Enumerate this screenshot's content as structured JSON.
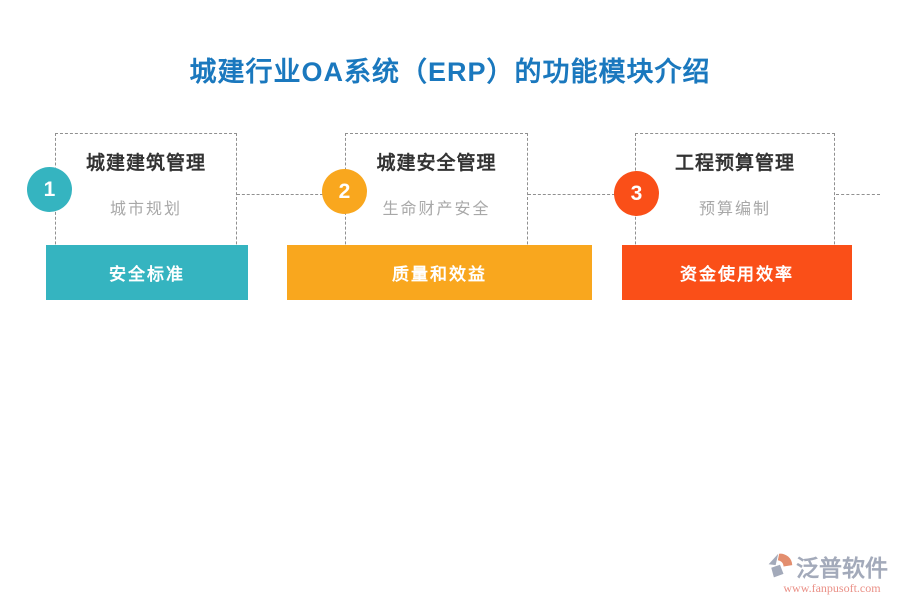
{
  "title": "城建行业OA系统（ERP）的功能模块介绍",
  "modules": [
    {
      "number": "1",
      "heading": "城建建筑管理",
      "subtitle": "城市规划",
      "button_label": "安全标准",
      "accent_color": "#35b4c0"
    },
    {
      "number": "2",
      "heading": "城建安全管理",
      "subtitle": "生命财产安全",
      "button_label": "质量和效益",
      "accent_color": "#f9a71e"
    },
    {
      "number": "3",
      "heading": "工程预算管理",
      "subtitle": "预算编制",
      "button_label": "资金使用效率",
      "accent_color": "#fa4f18"
    }
  ],
  "watermark": {
    "brand": "泛普软件",
    "url": "www.fanpusoft.com"
  },
  "colors": {
    "title_text": "#1a78be",
    "dashed_line": "#909090",
    "heading_text": "#333333",
    "subtitle_text": "#a8a8a8",
    "button_text": "#ffffff",
    "watermark_brand": "#9aa1b3",
    "watermark_url": "#e8847a"
  }
}
